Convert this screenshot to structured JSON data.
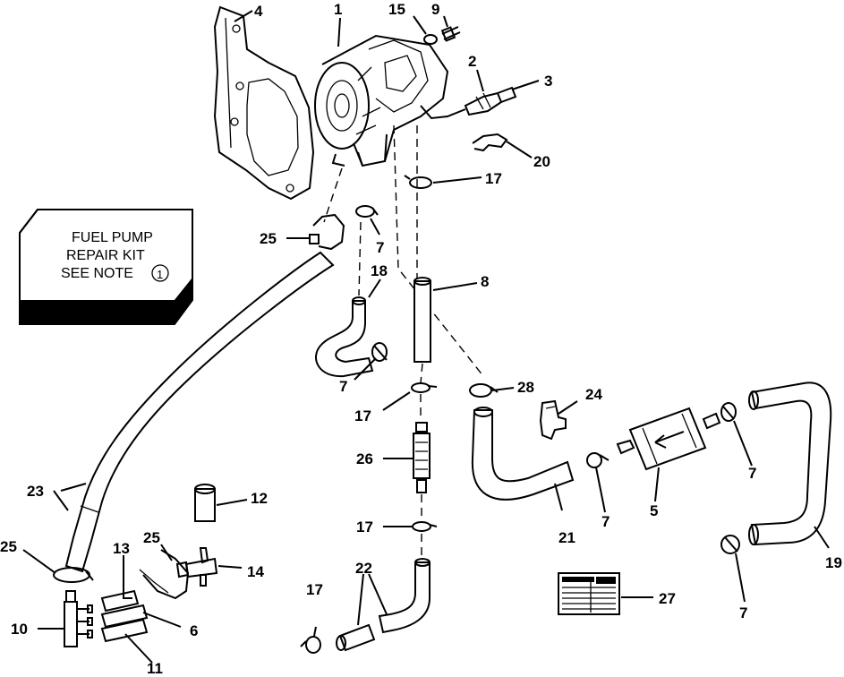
{
  "kit_box": {
    "line1": "FUEL PUMP",
    "line2": "REPAIR KIT",
    "line3": "SEE NOTE",
    "note_number": "1"
  },
  "labels": {
    "p1": "1",
    "p2": "2",
    "p3": "3",
    "p4": "4",
    "p5": "5",
    "p6": "6",
    "p7": "7",
    "p8": "8",
    "p9": "9",
    "p10": "10",
    "p11": "11",
    "p12": "12",
    "p13": "13",
    "p14": "14",
    "p15": "15",
    "p17": "17",
    "p18": "18",
    "p19": "19",
    "p20": "20",
    "p21": "21",
    "p22": "22",
    "p23": "23",
    "p24": "24",
    "p25": "25",
    "p26": "26",
    "p27": "27",
    "p28": "28"
  }
}
